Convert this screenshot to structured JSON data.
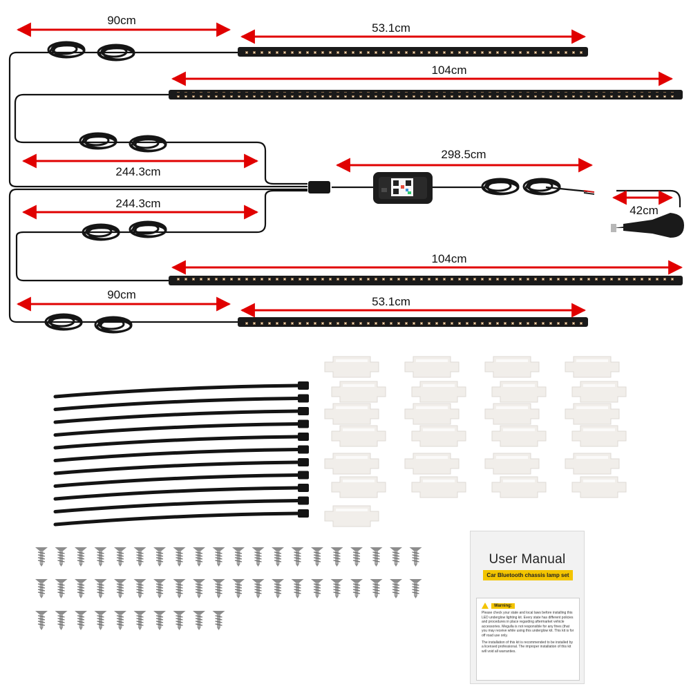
{
  "dimensions": {
    "top_wire": "90cm",
    "top_strip": "53.1cm",
    "upper_long_strip": "104cm",
    "upper_wire": "244.3cm",
    "controller_wire": "298.5cm",
    "lower_wire": "244.3cm",
    "plug_wire": "42cm",
    "lower_long_strip": "104cm",
    "bottom_wire": "90cm",
    "bottom_strip": "53.1cm"
  },
  "accessories": {
    "cable_tie_count": 11,
    "mounting_clip_count": 25,
    "screw_count": 50
  },
  "manual": {
    "title": "User Manual",
    "subtitle": "Car Bluetooth chassis lamp set",
    "warning_label": "Warning:",
    "paragraph1": "Please check your state and local laws before installing this LED underglow lighting kit. Every state has different policies and procedures in place regarding aftermarket vehicle accessories. Megulla is not responsible for any fines (that you may receive while using this underglow kit. This kit is for off road use only.",
    "paragraph2": "The installation of this kit is recommended to be installed by a licensed professional. The improper installation of this kit will void all warranties."
  },
  "colors": {
    "arrow": "#e00000",
    "strip": "#1a1a1a",
    "wire": "#111111",
    "clip": "#f1eeea",
    "screw": "#9a9a9a",
    "warning": "#f3c400"
  }
}
